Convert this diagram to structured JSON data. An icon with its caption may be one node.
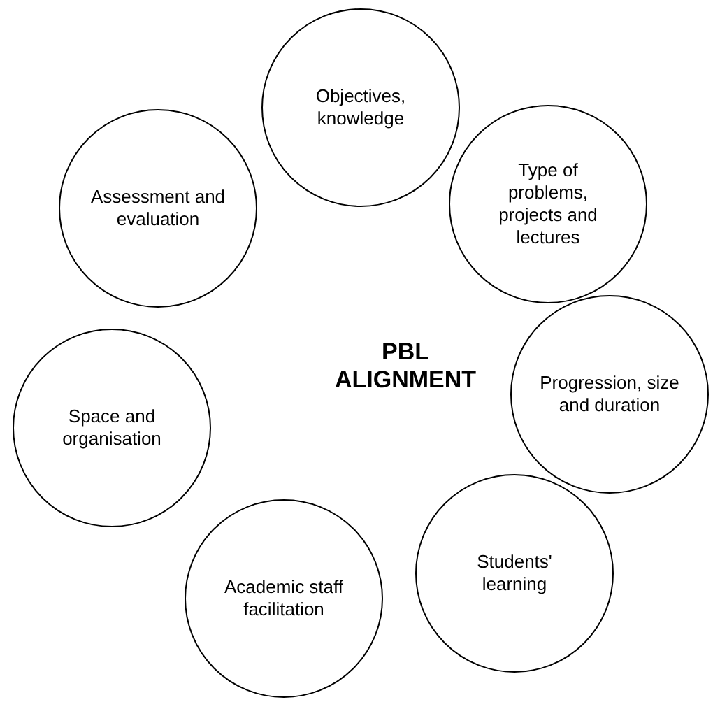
{
  "diagram": {
    "nodes": [
      {
        "text": [
          "Objectives, knowledge"
        ]
      },
      {
        "text": [
          "Type of problems, projects and lectures"
        ]
      },
      {
        "text": [
          "Progression, size and duration"
        ]
      },
      {
        "text": [
          "Students' learning"
        ]
      },
      {
        "text": [
          "Academic staff facilitation"
        ]
      },
      {
        "text": [
          "Space and organisation"
        ]
      },
      {
        "text": [
          "Assessment and evaluation"
        ]
      }
    ],
    "labels": [
      "PBL ALIGNMENT"
    ]
  }
}
